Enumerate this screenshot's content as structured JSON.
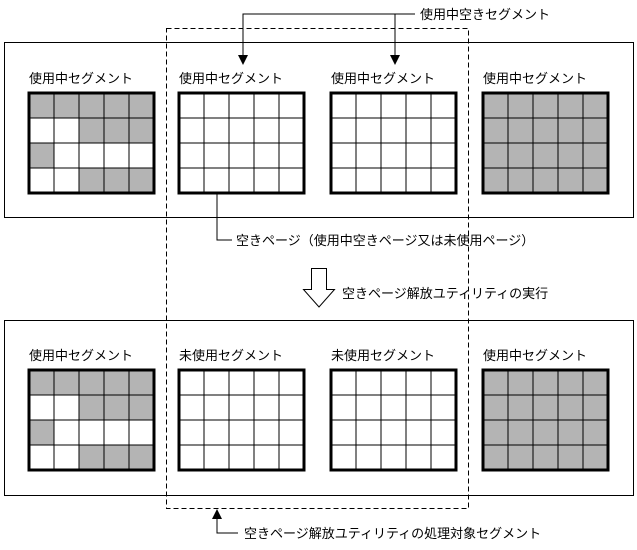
{
  "top_callout": "使用中空きセグメント",
  "free_page_callout": "空きページ（使用中空きページ又は未使用ページ）",
  "process_label": "空きページ解放ユティリティの実行",
  "bottom_callout": "空きページ解放ユティリティの処理対象セグメント",
  "before": {
    "segments": [
      {
        "label": "使用中セグメント",
        "shaded": [
          [
            1,
            1,
            1,
            1,
            1
          ],
          [
            0,
            0,
            1,
            1,
            1
          ],
          [
            1,
            0,
            0,
            0,
            0
          ],
          [
            0,
            0,
            1,
            1,
            1
          ]
        ]
      },
      {
        "label": "使用中セグメント",
        "shaded": [
          [
            0,
            0,
            0,
            0,
            0
          ],
          [
            0,
            0,
            0,
            0,
            0
          ],
          [
            0,
            0,
            0,
            0,
            0
          ],
          [
            0,
            0,
            0,
            0,
            0
          ]
        ]
      },
      {
        "label": "使用中セグメント",
        "shaded": [
          [
            0,
            0,
            0,
            0,
            0
          ],
          [
            0,
            0,
            0,
            0,
            0
          ],
          [
            0,
            0,
            0,
            0,
            0
          ],
          [
            0,
            0,
            0,
            0,
            0
          ]
        ]
      },
      {
        "label": "使用中セグメント",
        "shaded": [
          [
            1,
            1,
            1,
            1,
            1
          ],
          [
            1,
            1,
            1,
            1,
            1
          ],
          [
            1,
            1,
            1,
            1,
            1
          ],
          [
            1,
            1,
            1,
            1,
            1
          ]
        ]
      }
    ]
  },
  "after": {
    "segments": [
      {
        "label": "使用中セグメント",
        "shaded": [
          [
            1,
            1,
            1,
            1,
            1
          ],
          [
            0,
            0,
            1,
            1,
            1
          ],
          [
            1,
            0,
            0,
            0,
            0
          ],
          [
            0,
            0,
            1,
            1,
            1
          ]
        ]
      },
      {
        "label": "未使用セグメント",
        "shaded": [
          [
            0,
            0,
            0,
            0,
            0
          ],
          [
            0,
            0,
            0,
            0,
            0
          ],
          [
            0,
            0,
            0,
            0,
            0
          ],
          [
            0,
            0,
            0,
            0,
            0
          ]
        ]
      },
      {
        "label": "未使用セグメント",
        "shaded": [
          [
            0,
            0,
            0,
            0,
            0
          ],
          [
            0,
            0,
            0,
            0,
            0
          ],
          [
            0,
            0,
            0,
            0,
            0
          ],
          [
            0,
            0,
            0,
            0,
            0
          ]
        ]
      },
      {
        "label": "使用中セグメント",
        "shaded": [
          [
            1,
            1,
            1,
            1,
            1
          ],
          [
            1,
            1,
            1,
            1,
            1
          ],
          [
            1,
            1,
            1,
            1,
            1
          ],
          [
            1,
            1,
            1,
            1,
            1
          ]
        ]
      }
    ]
  },
  "colors": {
    "shade": "#b4b4b4",
    "line": "#000000",
    "background": "#ffffff"
  }
}
